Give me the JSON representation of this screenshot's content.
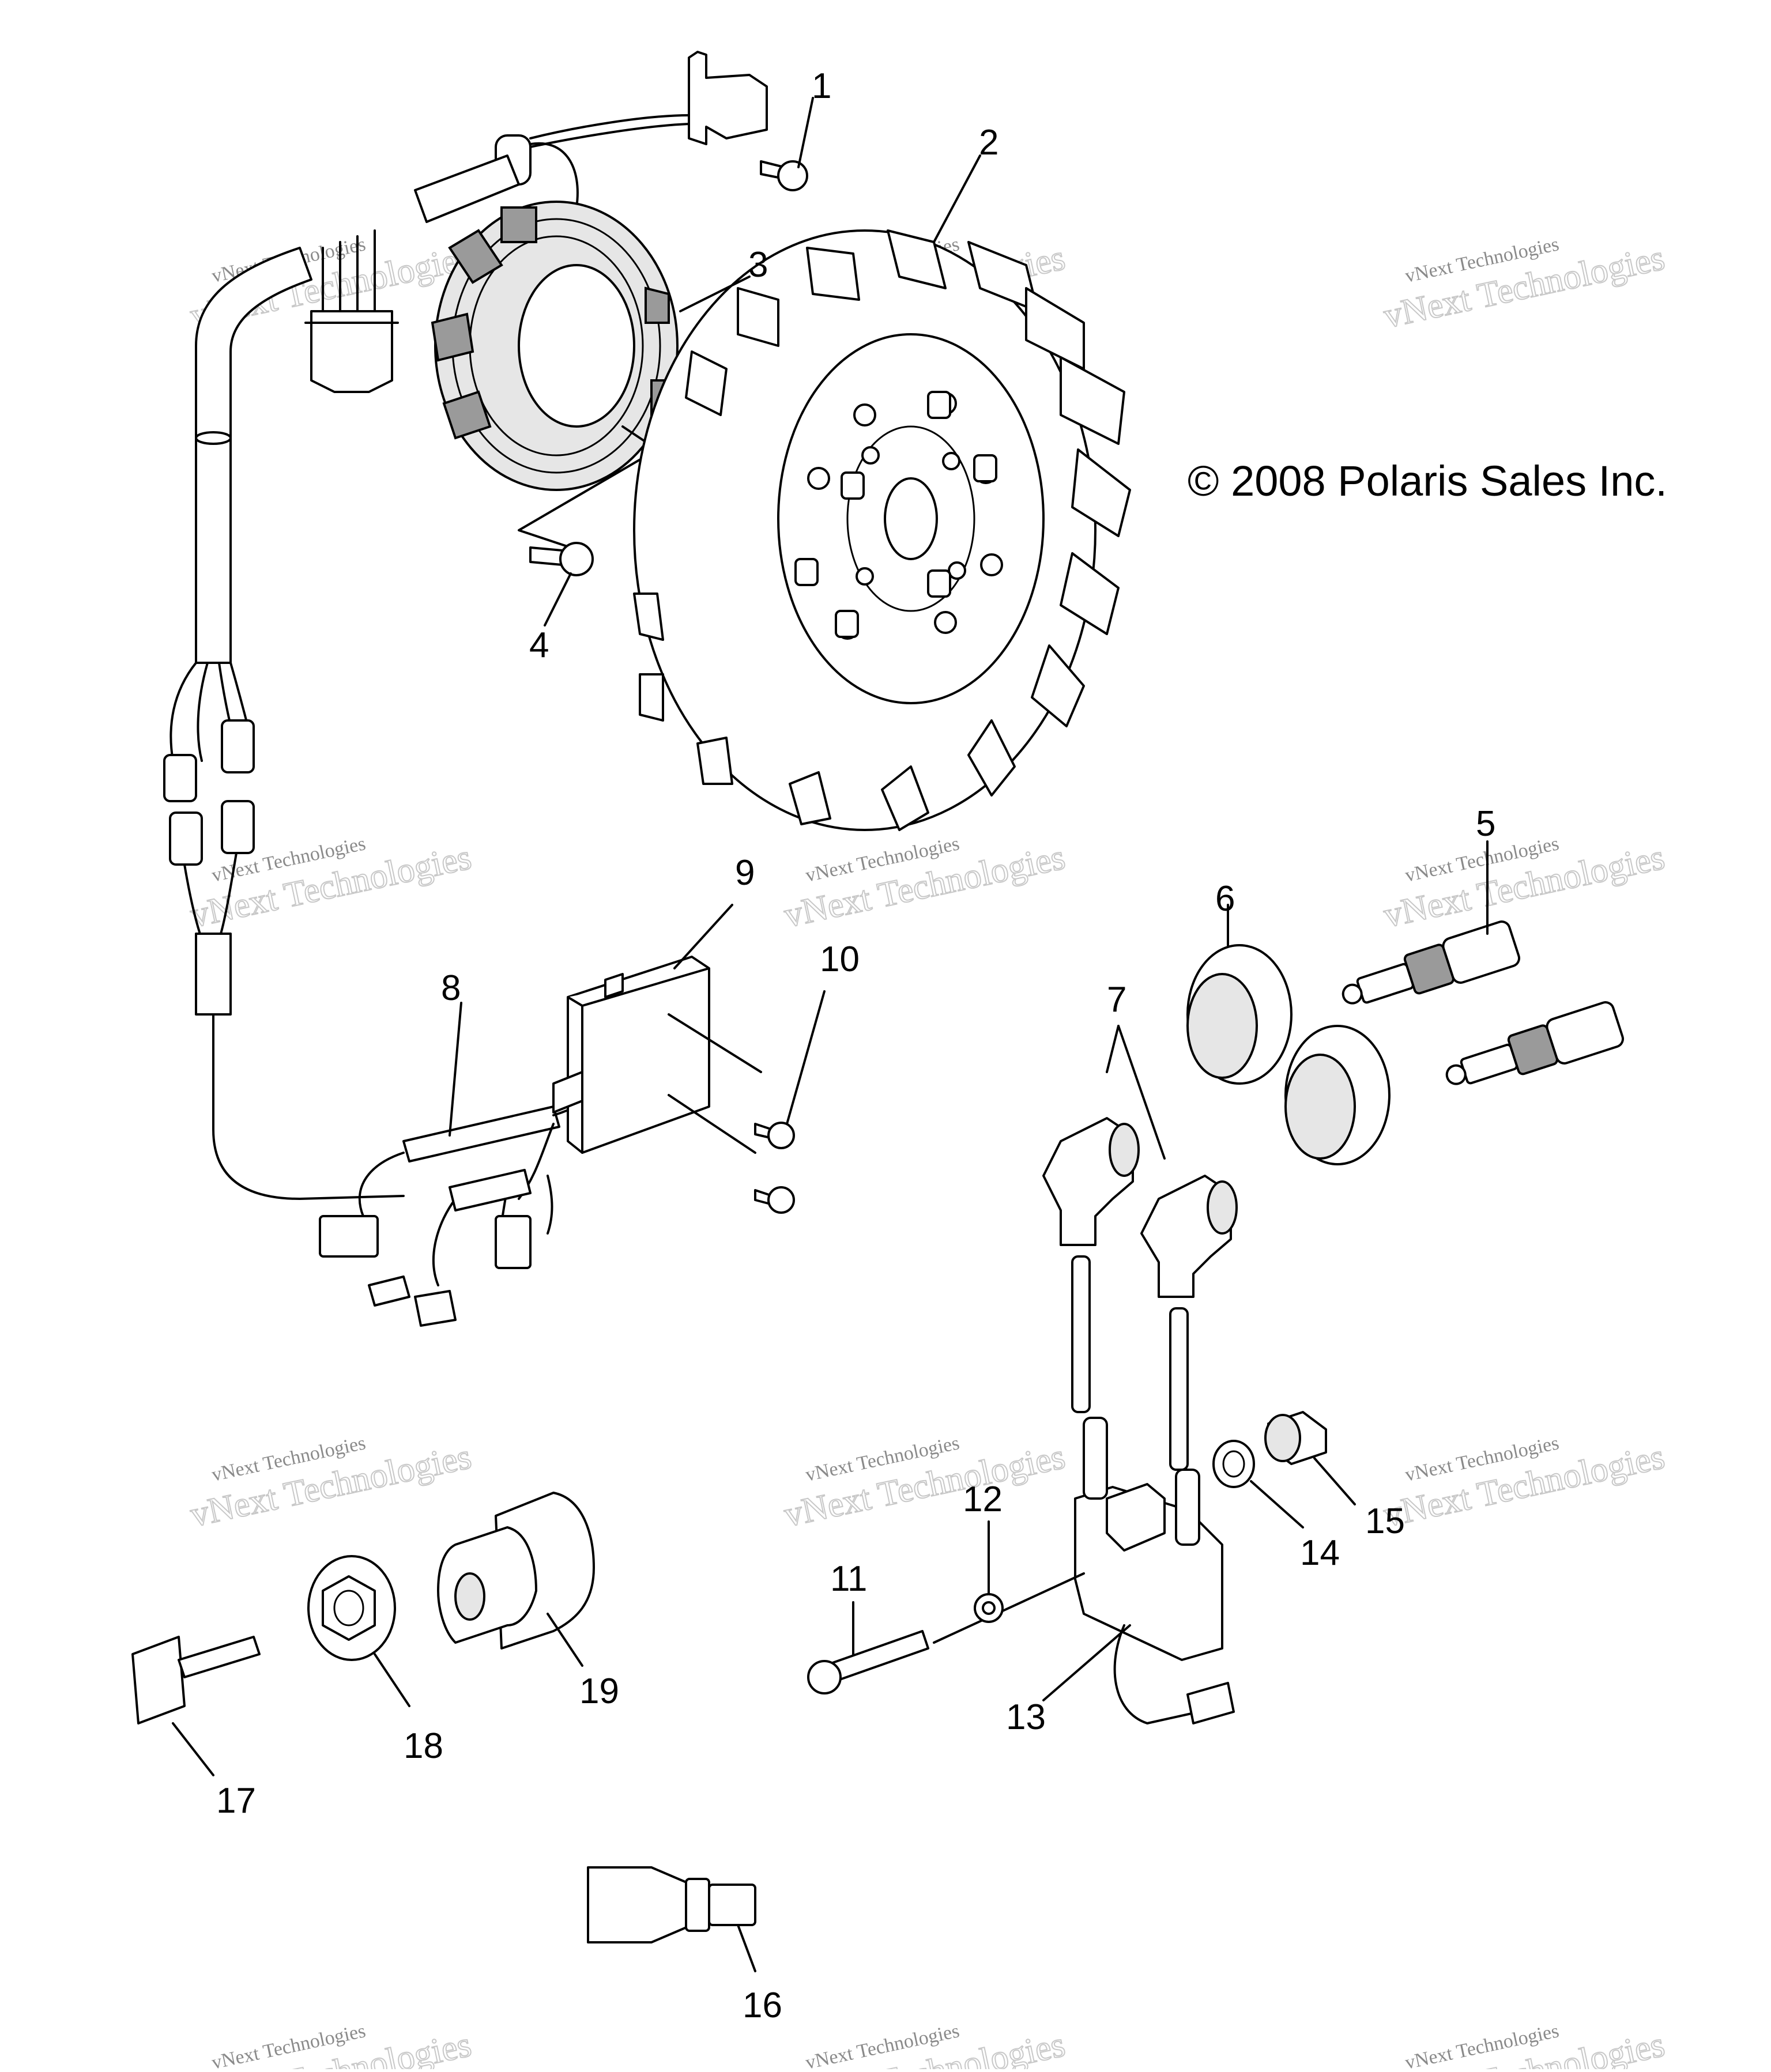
{
  "copyright": "© 2008 Polaris Sales Inc.",
  "watermark": {
    "line1": "vNext Technologies",
    "line2": "vNext Technologies"
  },
  "callouts": [
    "1",
    "2",
    "3",
    "4",
    "5",
    "6",
    "7",
    "8",
    "9",
    "10",
    "11",
    "12",
    "13",
    "14",
    "15",
    "16",
    "17",
    "18",
    "19"
  ],
  "colors": {
    "line": "#000000",
    "watermark": "#8a8a8a",
    "background": "#ffffff"
  }
}
